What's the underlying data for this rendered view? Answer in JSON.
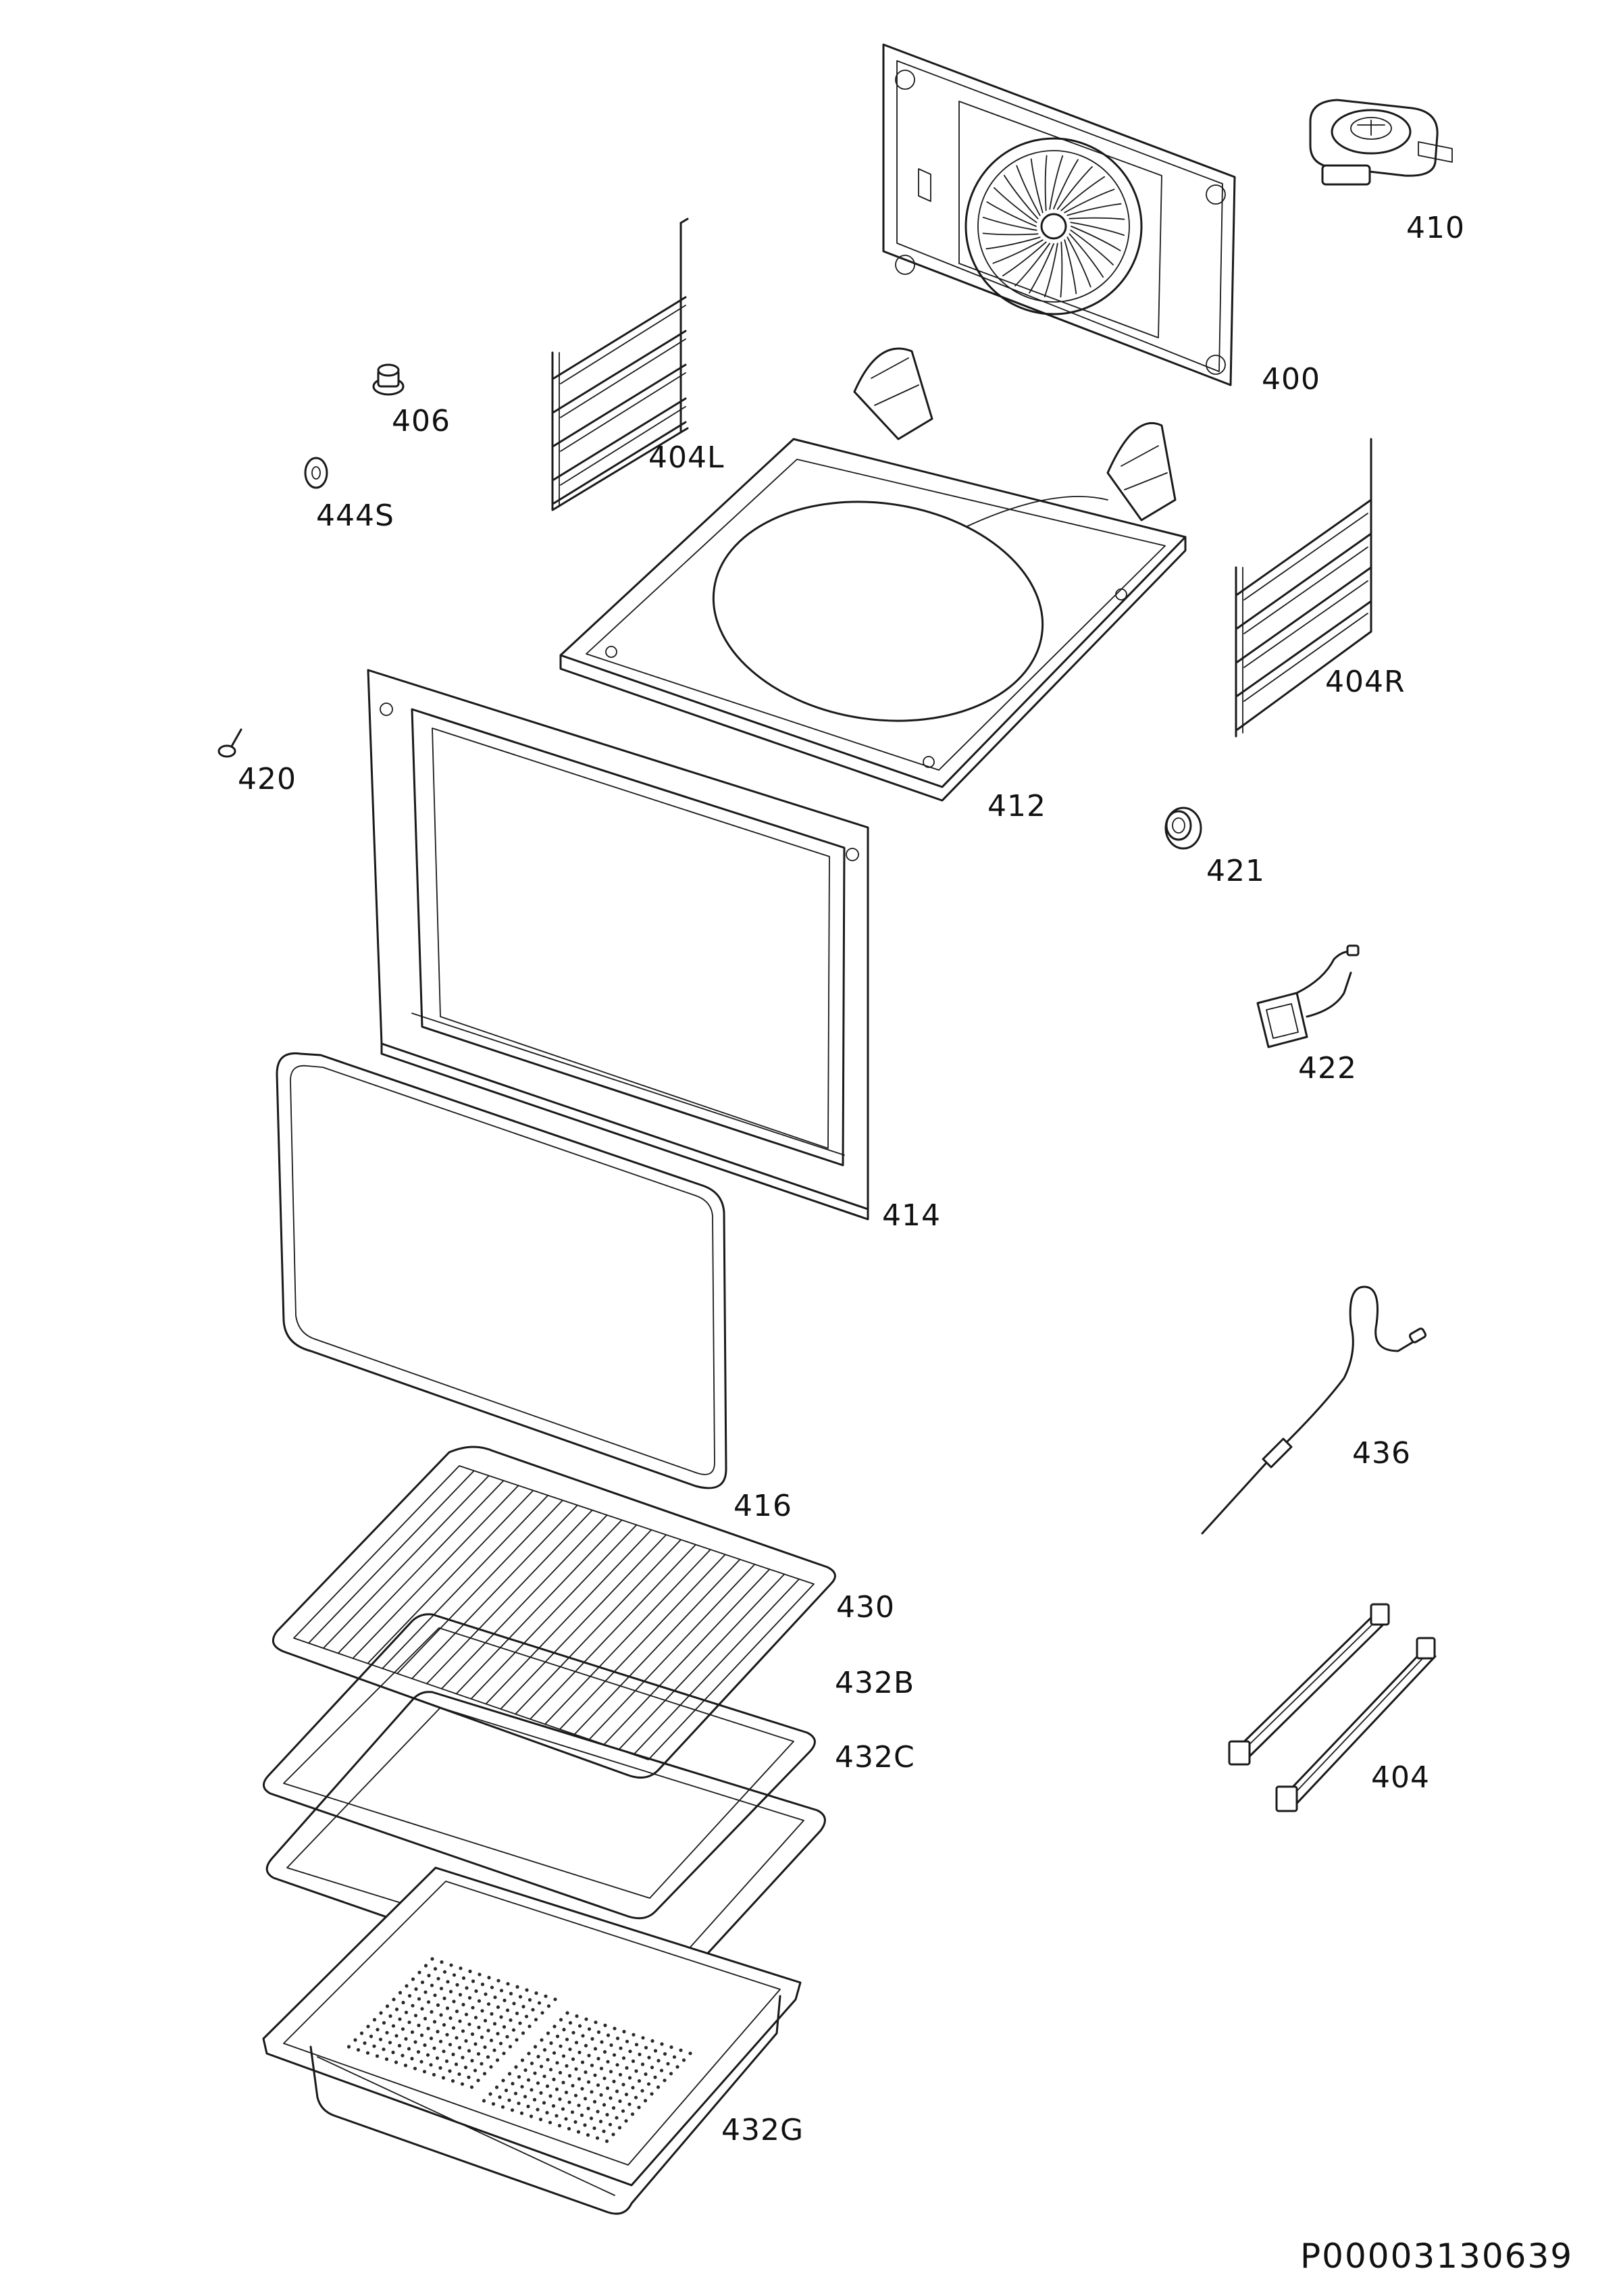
{
  "diagram": {
    "document_number": "P00003130639",
    "parts": [
      {
        "id": "p400",
        "label": "400"
      },
      {
        "id": "p410",
        "label": "410"
      },
      {
        "id": "p406",
        "label": "406"
      },
      {
        "id": "p404L",
        "label": "404L"
      },
      {
        "id": "p444S",
        "label": "444S"
      },
      {
        "id": "p412",
        "label": "412"
      },
      {
        "id": "p404R",
        "label": "404R"
      },
      {
        "id": "p420",
        "label": "420"
      },
      {
        "id": "p421",
        "label": "421"
      },
      {
        "id": "p422",
        "label": "422"
      },
      {
        "id": "p414",
        "label": "414"
      },
      {
        "id": "p416",
        "label": "416"
      },
      {
        "id": "p436",
        "label": "436"
      },
      {
        "id": "p430",
        "label": "430"
      },
      {
        "id": "p432B",
        "label": "432B"
      },
      {
        "id": "p432C",
        "label": "432C"
      },
      {
        "id": "p404",
        "label": "404"
      },
      {
        "id": "p432G",
        "label": "432G"
      }
    ]
  }
}
